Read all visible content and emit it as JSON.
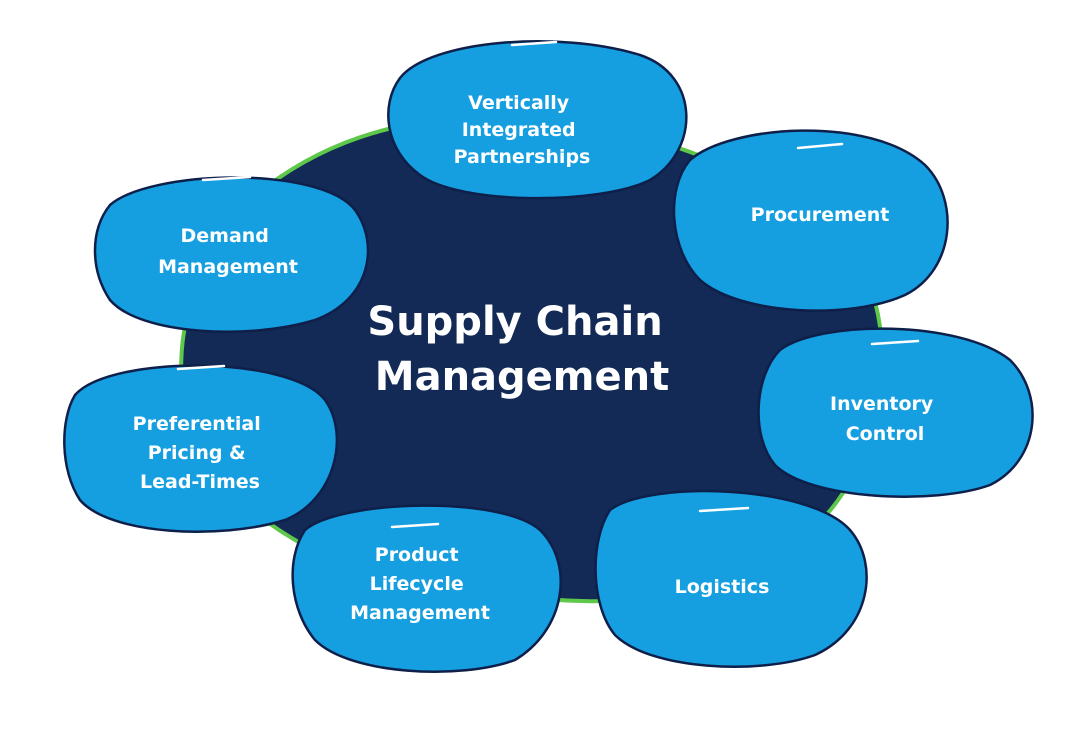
{
  "center": {
    "lines": [
      "Supply Chain",
      "Management"
    ]
  },
  "bubbles": [
    {
      "id": "vertically-integrated-partnerships",
      "lines": [
        "Vertically",
        "Integrated",
        "Partnerships"
      ]
    },
    {
      "id": "procurement",
      "lines": [
        "Procurement"
      ]
    },
    {
      "id": "inventory-control",
      "lines": [
        "Inventory",
        "Control"
      ]
    },
    {
      "id": "logistics",
      "lines": [
        "Logistics"
      ]
    },
    {
      "id": "product-lifecycle-management",
      "lines": [
        "Product",
        "Lifecycle",
        "Management"
      ]
    },
    {
      "id": "preferential-pricing-lead-times",
      "lines": [
        "Preferential",
        "Pricing &",
        "Lead-Times"
      ]
    },
    {
      "id": "demand-management",
      "lines": [
        "Demand",
        "Management"
      ]
    }
  ],
  "colors": {
    "hub_fill": "#122a55",
    "hub_outline": "#5ec84a",
    "bubble_fill": "#159fe0",
    "bubble_outline": "#0e1f4a",
    "text": "#ffffff"
  }
}
